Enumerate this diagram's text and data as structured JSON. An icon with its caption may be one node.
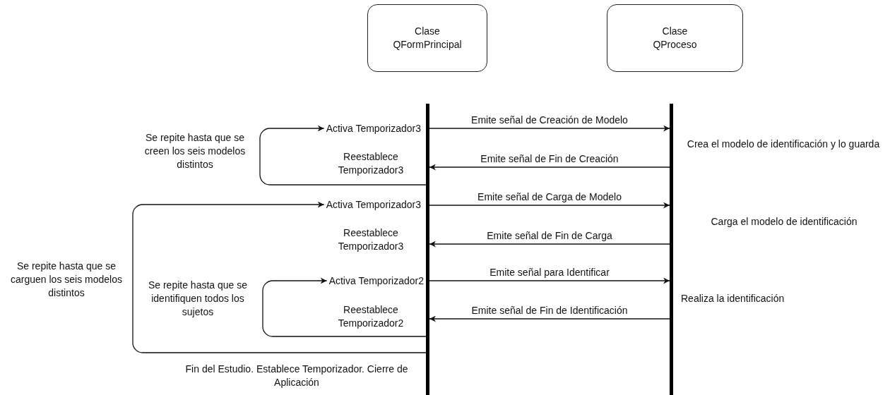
{
  "diagram": {
    "nodes": [
      {
        "text": [
          "Clase QFormPrincipal"
        ]
      },
      {
        "text": [
          "Clase QProceso"
        ]
      },
      {
        "text": [],
        "shape": "bar"
      },
      {
        "text": [],
        "shape": "bar"
      },
      {
        "text": [
          "Activa Temporizador3"
        ]
      },
      {
        "text": [
          "Activa Temporizador3"
        ]
      },
      {
        "text": [
          "Activa Temporizador2"
        ]
      }
    ],
    "edges": [
      {
        "from": 2,
        "to": 3,
        "arrow": "to",
        "label": "Emite señal de Creación de Modelo"
      },
      {
        "from": 3,
        "to": 2,
        "arrow": "to",
        "label": "Emite señal de Fin de Creación"
      },
      {
        "from": 2,
        "to": 3,
        "arrow": "to",
        "label": "Emite señal de Carga de Modelo"
      },
      {
        "from": 3,
        "to": 2,
        "arrow": "to",
        "label": "Emite señal de Fin de Carga"
      },
      {
        "from": 2,
        "to": 3,
        "arrow": "to",
        "label": "Emite señal para Identificar"
      },
      {
        "from": 3,
        "to": 2,
        "arrow": "to",
        "label": "Emite señal de Fin de Identificación"
      },
      {
        "from": 2,
        "to": 4,
        "arrow": "to",
        "label": "Se repite hasta que se creen los seis modelos distintos"
      },
      {
        "from": 2,
        "to": 5,
        "arrow": "to",
        "label": "Se repite hasta que se carguen los seis modelos distintos"
      },
      {
        "from": 2,
        "to": 6,
        "arrow": "to",
        "label": "Se repite hasta que se identifiquen todos los sujetos"
      }
    ],
    "labels": [
      "Crea el modelo de identificación y lo guarda",
      "Reestablece Temporizador3",
      "Carga el modelo de identificación",
      "Reestablece Temporizador3",
      "Reestablece Temporizador2",
      "Realiza la identificación",
      "Fin del Estudio. Establece Temporizador. Cierre de Aplicación"
    ]
  }
}
